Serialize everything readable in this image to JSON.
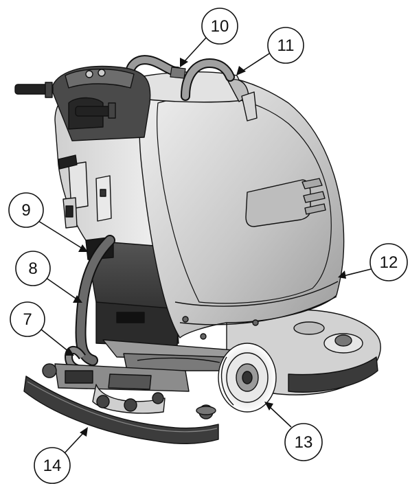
{
  "diagram": {
    "subject": "floor scrubber machine",
    "colors": {
      "line": "#111111",
      "body_light": "#e8e8e8",
      "body_mid": "#c9c9c9",
      "body_dark": "#8c8c8c",
      "black_parts": "#2a2a2a"
    }
  },
  "callouts": [
    {
      "id": "callout-10",
      "label": "10"
    },
    {
      "id": "callout-11",
      "label": "11"
    },
    {
      "id": "callout-9",
      "label": "9"
    },
    {
      "id": "callout-8",
      "label": "8"
    },
    {
      "id": "callout-7",
      "label": "7"
    },
    {
      "id": "callout-12",
      "label": "12"
    },
    {
      "id": "callout-13",
      "label": "13"
    },
    {
      "id": "callout-14",
      "label": "14"
    }
  ]
}
